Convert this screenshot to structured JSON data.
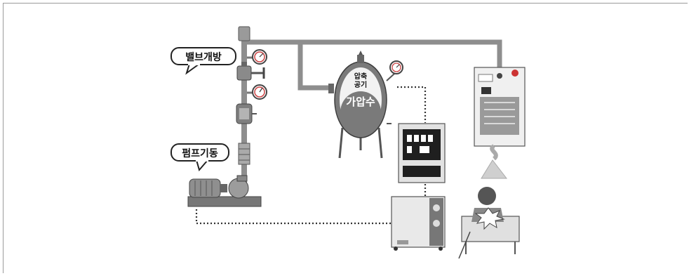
{
  "labels": {
    "valve_open": "밸브개방",
    "pump_start": "펌프기동",
    "tank_top": "압축\n공기",
    "tank_top_line1": "압축",
    "tank_top_line2": "공기",
    "tank_main": "가압수"
  },
  "colors": {
    "pipe": "#8e8e8e",
    "pipe_dark": "#6d6d6d",
    "tank": "#7a7a7a",
    "tank_light": "#b9b9b9",
    "signal_line": "#333333",
    "panel": "#e5e5e5",
    "background": "#ffffff"
  },
  "icons": {
    "valve": "valve-icon",
    "gauge": "pressure-gauge-icon",
    "pump": "pump-icon",
    "tank": "pressure-tank-icon",
    "control_panel": "control-panel-icon",
    "operator": "operator-icon",
    "alarm_light": "alarm-light-icon"
  }
}
